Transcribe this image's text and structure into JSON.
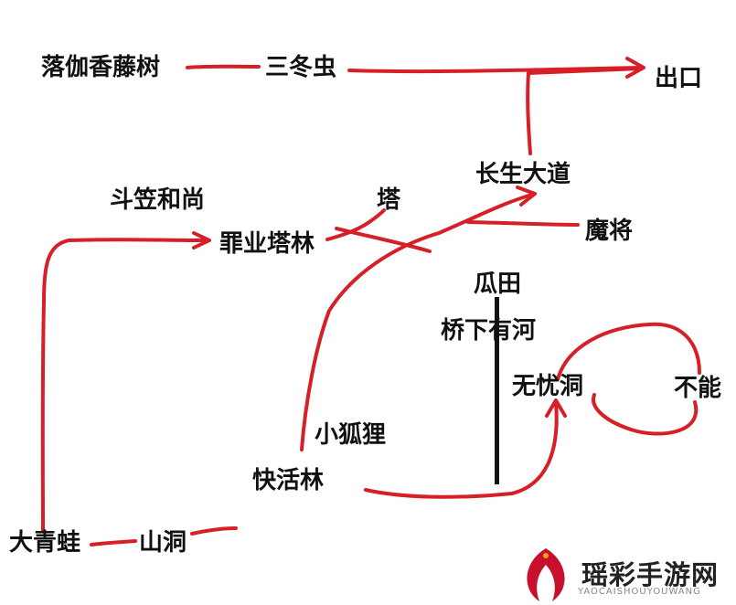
{
  "colors": {
    "path": "#d61f26",
    "bar": "#111111",
    "text": "#111111",
    "logo": "#c8102e"
  },
  "nodes": {
    "luojia": "落伽香藤树",
    "sandong": "三冬虫",
    "chukou": "出口",
    "changsheng": "长生大道",
    "douli": "斗笠和尚",
    "ta": "塔",
    "zuiye": "罪业塔林",
    "mojiang": "魔将",
    "guatian": "瓜田",
    "qiaoxia": "桥下有河",
    "wuyou": "无忧洞",
    "buneng": "不能",
    "xiaohuli": "小狐狸",
    "kuaihuo": "快活林",
    "daqingwa": "大青蛙",
    "shandong": "山洞"
  },
  "watermark": {
    "text": "瑶彩手游网",
    "subtext": "YAOCAISHOUYOUWANG",
    "icon": "flame-logo-icon"
  }
}
